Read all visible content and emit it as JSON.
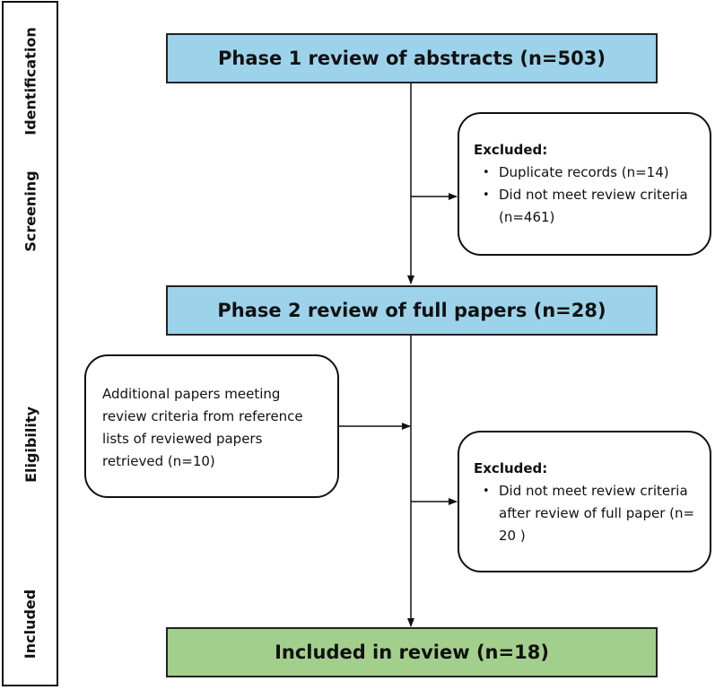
{
  "stages": {
    "identification": "Identification",
    "screening": "Screening",
    "eligibility": "Eligibility",
    "included": "Included"
  },
  "phase1": "Phase 1 review of abstracts (n=503)",
  "excluded1": {
    "heading": "Excluded:",
    "items": [
      "Duplicate records (n=14)",
      "Did not meet review criteria (n=461)"
    ]
  },
  "phase2": "Phase 2 review of full papers (n=28)",
  "additional": "Additional papers meeting review criteria from reference lists of reviewed papers retrieved (n=10)",
  "excluded2": {
    "heading": "Excluded:",
    "items": [
      "Did not meet review criteria after review of full paper (n= 20 )"
    ]
  },
  "included": "Included in review (n=18)",
  "colors": {
    "phase_fill": "#9dd3ea",
    "included_fill": "#a3cf8d",
    "line": "#111111"
  }
}
